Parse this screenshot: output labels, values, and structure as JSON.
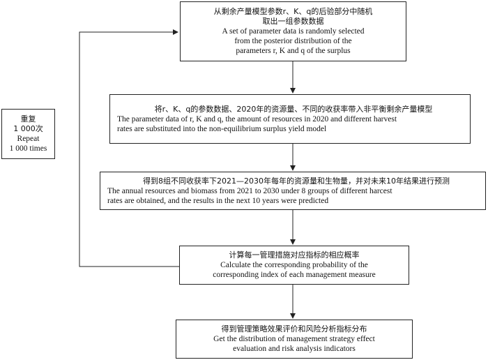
{
  "steps": [
    {
      "zh": [
        "从剩余产量模型参数r、K、q的后验部分中随机",
        "取出一组参数数据"
      ],
      "en": [
        "A set of parameter data is randomly selected",
        "from the posterior distribution of the",
        "parameters r, K and q of the surplus"
      ]
    },
    {
      "zh": [
        "将r、K、q的参数数据、2020年的资源量、不同的收获率带入非平衡剩余产量模型"
      ],
      "en": [
        "The parameter data of r, K and q, the amount of resources in 2020 and different harvest",
        "rates are substituted into the non-equilibrium surplus yield model"
      ]
    },
    {
      "zh": [
        "得到8组不同收获率下2021—2030年每年的资源量和生物量，并对未来10年结果进行预测"
      ],
      "en": [
        "The annual resources and biomass from 2021 to 2030 under 8 groups of different harcest",
        "rates are obtained, and the results in the next 10 years were predicted"
      ]
    },
    {
      "zh": [
        "计算每一管理措施对应指标的相应概率"
      ],
      "en": [
        "Calculate the corresponding probability of the",
        "corresponding index of each management measure"
      ]
    },
    {
      "zh": [
        "得到管理策略效果评价和风险分析指标分布"
      ],
      "en": [
        "Get the distribution of management strategy effect",
        "evaluation and risk analysis indicators"
      ]
    }
  ],
  "repeat": {
    "zh": [
      "重复",
      "1 000次"
    ],
    "en": [
      "Repeat",
      "1 000 times"
    ]
  }
}
